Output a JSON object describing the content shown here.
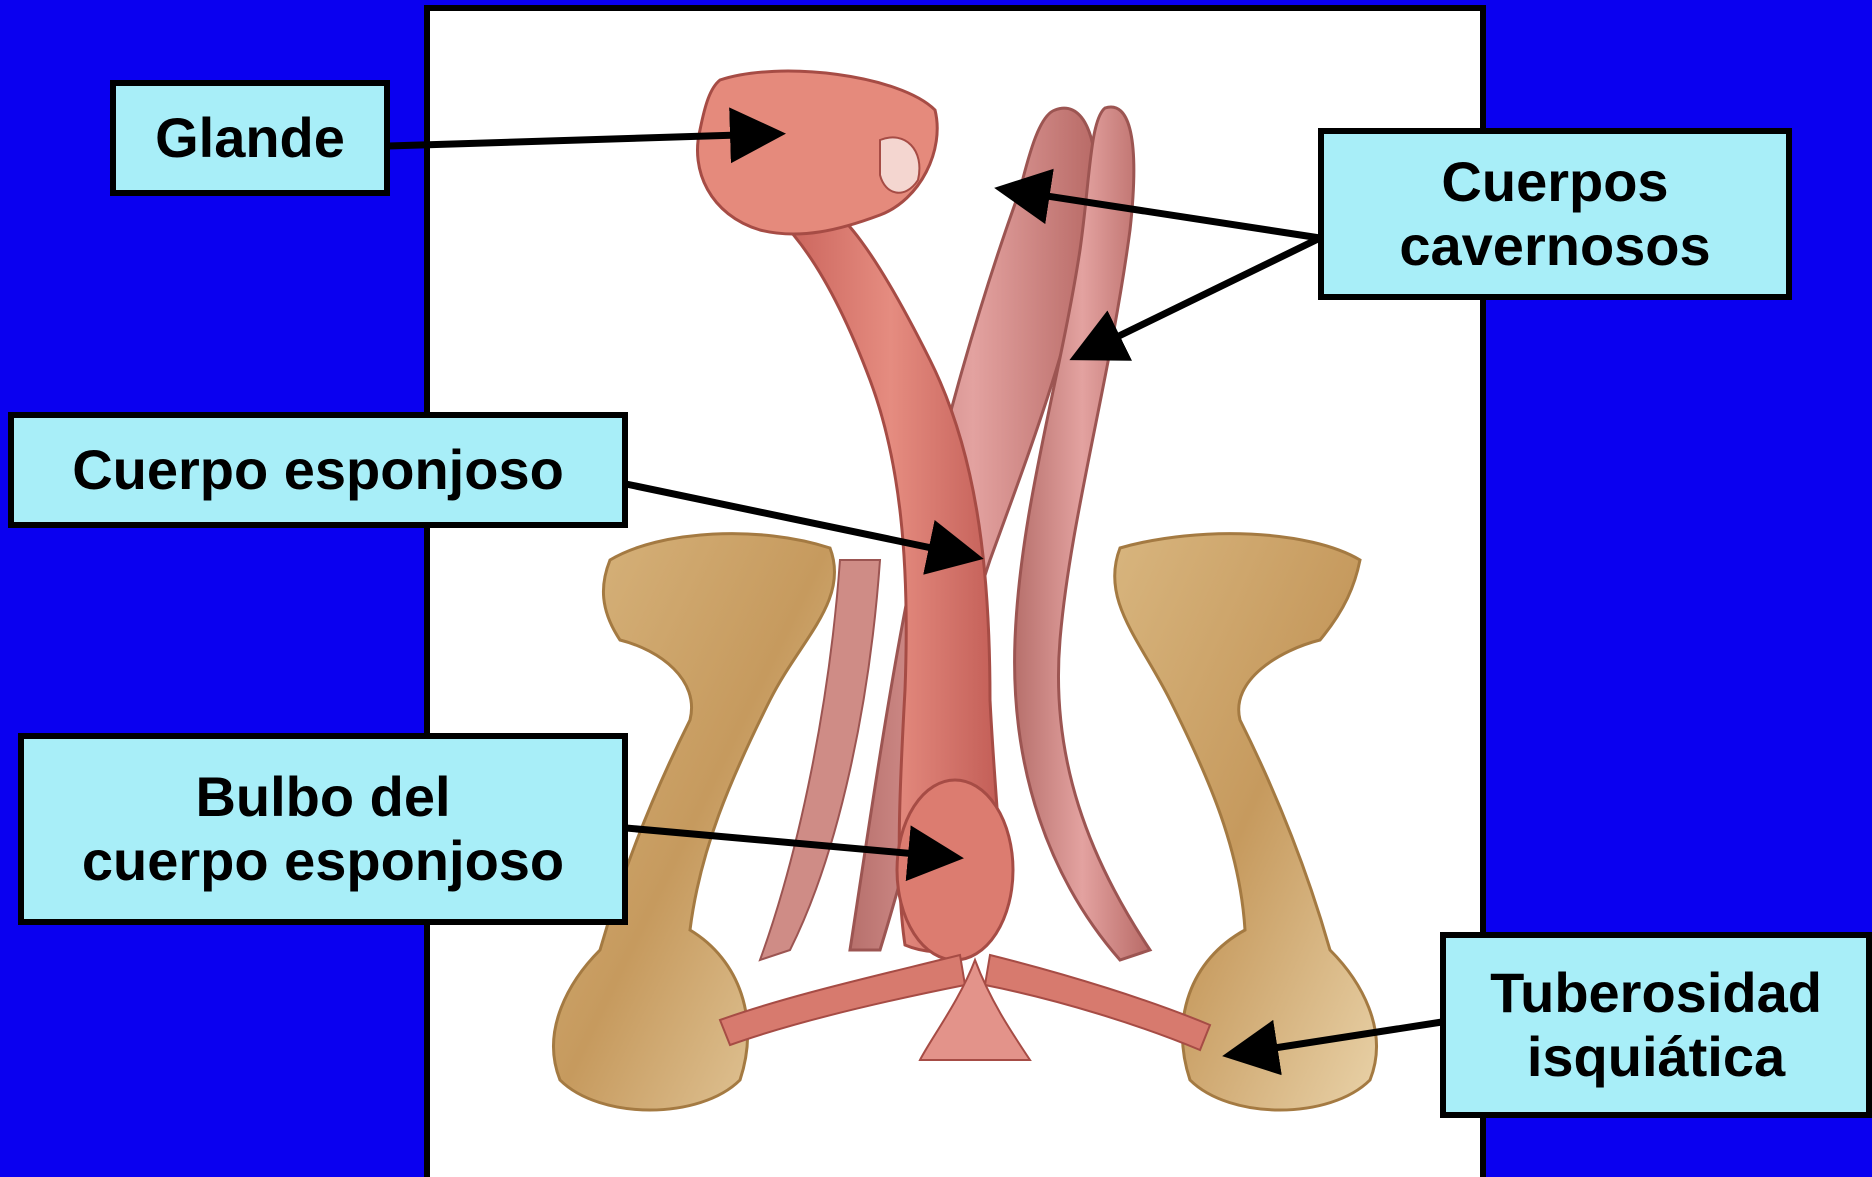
{
  "colors": {
    "background": "#0A00F0",
    "panel": "#FFFFFF",
    "label_fill": "#A8EEF8",
    "label_border": "#000000",
    "arrow": "#000000",
    "tissue_pink": "#D9786E",
    "bone_tan": "#C9A46A"
  },
  "labels": {
    "glande": "Glande",
    "cuerpos_cavernosos": [
      "Cuerpos",
      "cavernosos"
    ],
    "cuerpo_esponjoso": "Cuerpo esponjoso",
    "bulbo": [
      "Bulbo del",
      "cuerpo esponjoso"
    ],
    "tuberosidad": [
      "Tuberosidad",
      "isquiática"
    ]
  }
}
